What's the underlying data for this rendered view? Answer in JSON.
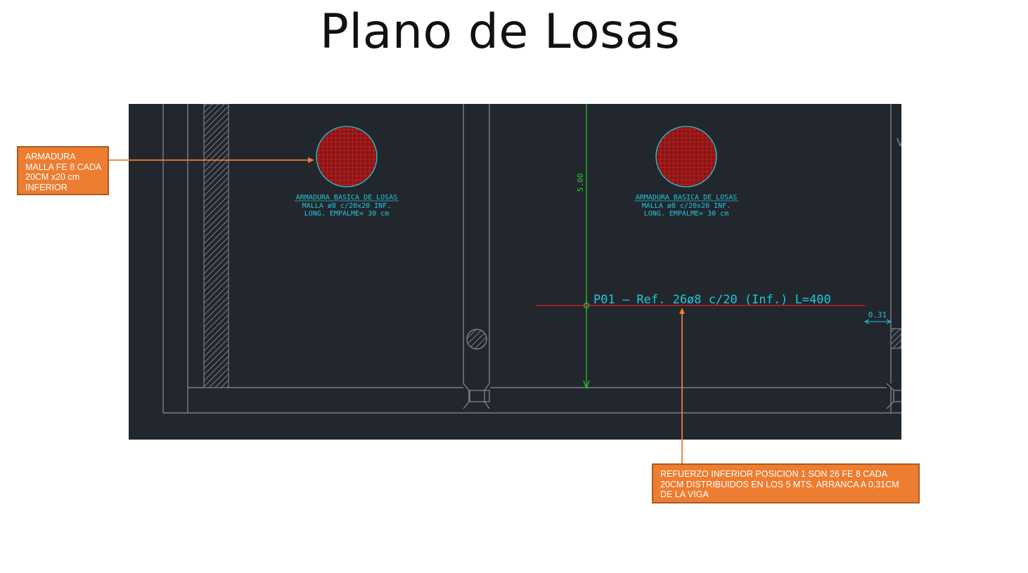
{
  "slide": {
    "title": "Plano de Losas"
  },
  "drawing": {
    "slab_note_left": {
      "line1": "ARMADURA BASICA DE LOSAS",
      "line2": "MALLA ø8 c/20x20 INF.",
      "line3": "LONG. EMPALME= 30 cm"
    },
    "slab_note_right": {
      "line1": "ARMADURA BASICA DE LOSAS",
      "line2": "MALLA ø8 c/20x20 INF.",
      "line3": "LONG. EMPALME= 30 cm"
    },
    "dimension_vertical": "5.00",
    "dimension_offset": "0.31",
    "rebar_label": "P01 – Ref. 26ø8 c/20 (Inf.) L=400",
    "edge_letter": "V",
    "colors": {
      "background": "#22272e",
      "lines": "#8a8e93",
      "cyan_text": "#22c7d6",
      "green_dimension": "#2ec72e",
      "rebar_red": "#c81e1e",
      "mesh_fill": "#8e1414"
    }
  },
  "callouts": {
    "mesh": "ARMADURA MALLA FE 8 CADA 20CM x20 cm INFERIOR",
    "reinforcement": "REFUERZO INFERIOR POSICION 1 SON 26 FE 8 CADA 20CM DISTRIBUIDOS EN LOS 5 MTS. ARRANCA A 0,31CM DE LA VIGA",
    "color": "#ed7d31"
  }
}
